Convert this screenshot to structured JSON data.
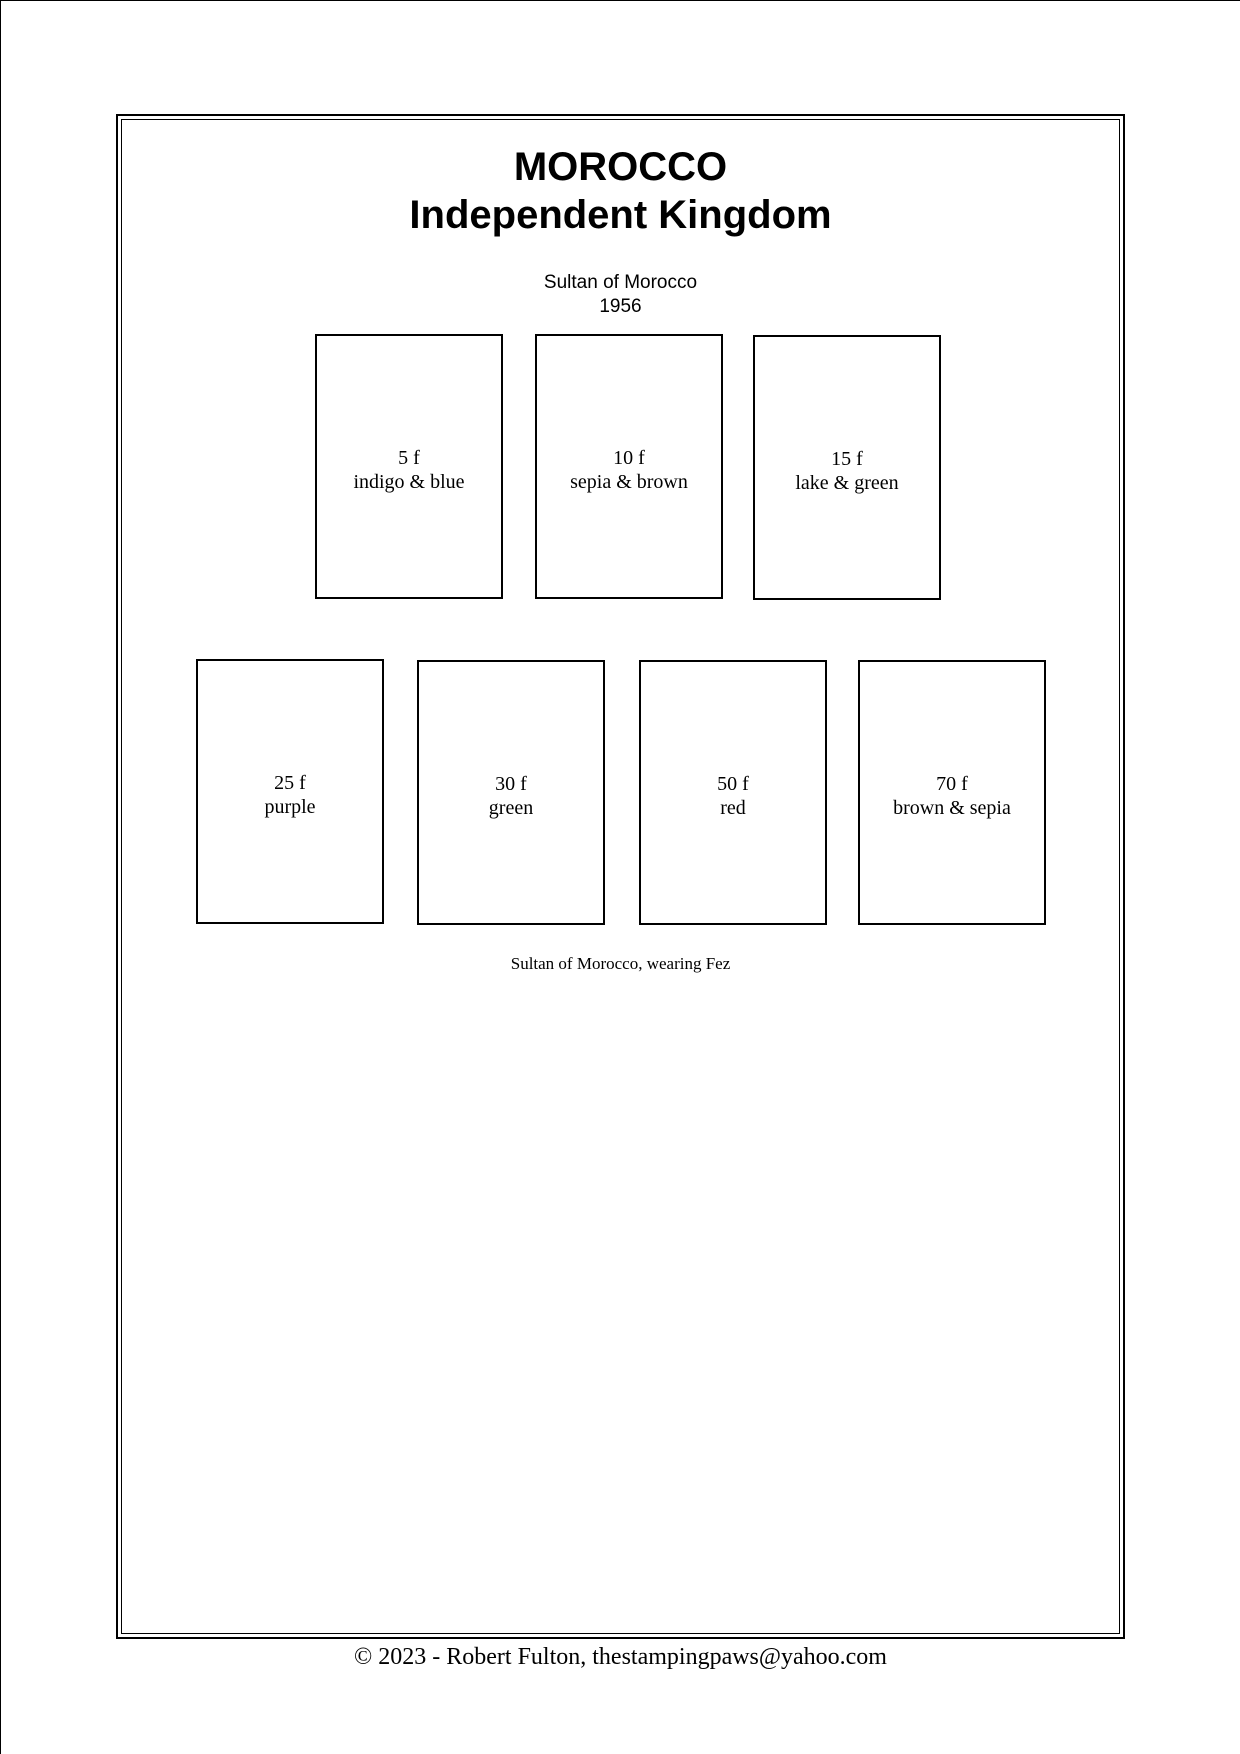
{
  "title": {
    "line1": "MOROCCO",
    "line2": "Independent Kingdom"
  },
  "set": {
    "heading": "Sultan of Morocco",
    "year": "1956",
    "caption": "Sultan  of Morocco, wearing Fez"
  },
  "stamps": [
    {
      "value": "5 f",
      "color": "indigo & blue"
    },
    {
      "value": "10 f",
      "color": "sepia & brown"
    },
    {
      "value": "15 f",
      "color": "lake & green"
    },
    {
      "value": "25 f",
      "color": "purple"
    },
    {
      "value": "30 f",
      "color": "green"
    },
    {
      "value": "50 f",
      "color": "red"
    },
    {
      "value": "70 f",
      "color": "brown & sepia"
    }
  ],
  "footer": "© 2023 -  Robert Fulton, thestampingpaws@yahoo.com"
}
